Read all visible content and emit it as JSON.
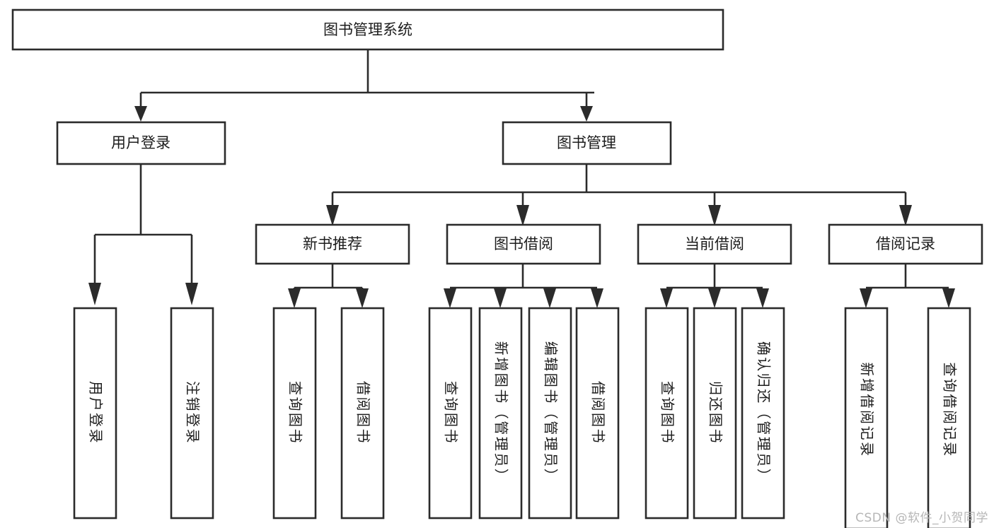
{
  "diagram": {
    "type": "tree-hierarchy-diagram",
    "title": "图书管理系统",
    "accent_color": "#2b2b2b",
    "background_color": "#ffffff",
    "root": {
      "label": "图书管理系统"
    },
    "level2": [
      {
        "label": "用户登录"
      },
      {
        "label": "图书管理"
      }
    ],
    "level3": [
      {
        "label": "新书推荐"
      },
      {
        "label": "图书借阅"
      },
      {
        "label": "当前借阅"
      },
      {
        "label": "借阅记录"
      }
    ],
    "leaves": {
      "user_login": [
        {
          "label": "用户登录"
        },
        {
          "label": "注销登录"
        }
      ],
      "new_book_recommend": [
        {
          "label": "查询图书"
        },
        {
          "label": "借阅图书"
        }
      ],
      "book_borrow": [
        {
          "label": "查询图书"
        },
        {
          "label": "新增图书（管理员）"
        },
        {
          "label": "编辑图书（管理员）"
        },
        {
          "label": "借阅图书"
        }
      ],
      "current_borrow": [
        {
          "label": "查询图书"
        },
        {
          "label": "归还图书"
        },
        {
          "label": "确认归还（管理员）"
        }
      ],
      "borrow_records": [
        {
          "label": "新增借阅记录"
        },
        {
          "label": "查询借阅记录"
        }
      ]
    }
  },
  "watermark": {
    "text": "CSDN @软件_小贺同学"
  }
}
